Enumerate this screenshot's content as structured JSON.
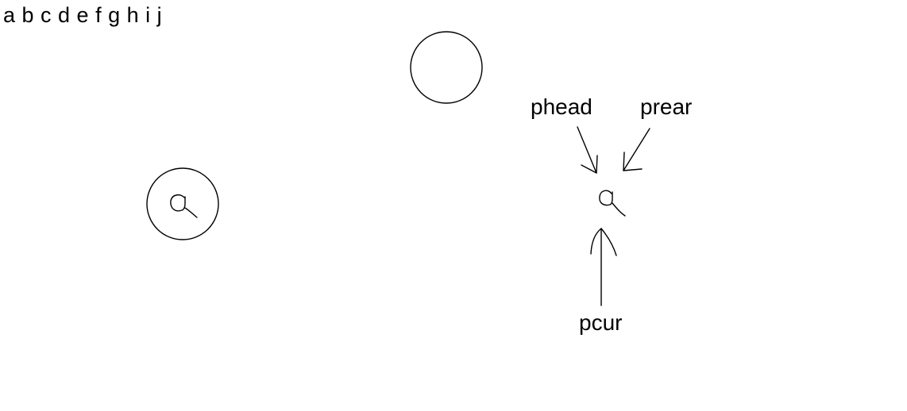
{
  "header_text": "a b c d e f g h i j",
  "pointers": {
    "phead": "phead",
    "prear": "prear",
    "pcur": "pcur"
  },
  "colors": {
    "stroke": "#000000",
    "background": "#ffffff"
  }
}
